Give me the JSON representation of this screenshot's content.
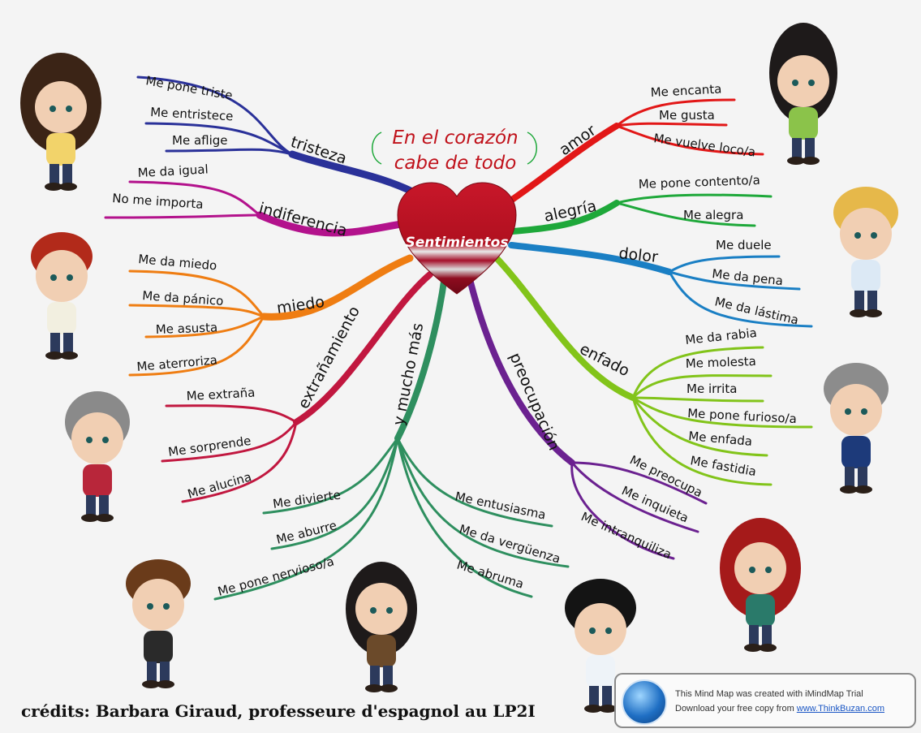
{
  "title": {
    "line1": "En el corazón",
    "line2": "cabe de todo"
  },
  "center": "Sentimientos",
  "credits": "crédits: Barbara Giraud, professeure d'espagnol au LP2I",
  "trial": {
    "line1": "This Mind Map was created with iMindMap Trial",
    "line2_prefix": "Download your free copy from ",
    "link": "www.ThinkBuzan.com"
  },
  "branches": {
    "tristeza": {
      "label": "tristeza",
      "color": "#2a3199",
      "items": [
        "Me pone triste",
        "Me entristece",
        "Me aflige"
      ]
    },
    "indiferencia": {
      "label": "indiferencia",
      "color": "#b3128c",
      "items": [
        "Me da igual",
        "No me importa"
      ]
    },
    "miedo": {
      "label": "miedo",
      "color": "#ef7d12",
      "items": [
        "Me da miedo",
        "Me da pánico",
        "Me asusta",
        "Me aterroriza"
      ]
    },
    "extranamiento": {
      "label": "extrañamiento",
      "color": "#c1173f",
      "items": [
        "Me extraña",
        "Me sorprende",
        "Me alucina"
      ]
    },
    "mas": {
      "label": "y mucho más",
      "color": "#2e8f5f",
      "items": [
        "Me divierte",
        "Me aburre",
        "Me pone nervioso/a",
        "Me entusiasma",
        "Me da vergüenza",
        "Me abruma"
      ]
    },
    "preocupacion": {
      "label": "preocupación",
      "color": "#6b2190",
      "items": [
        "Me preocupa",
        "Me inquieta",
        "Me intranquiliza"
      ]
    },
    "enfado": {
      "label": "enfado",
      "color": "#82c41a",
      "items": [
        "Me da rabia",
        "Me molesta",
        "Me irrita",
        "Me pone furioso/a",
        "Me enfada",
        "Me fastidia"
      ]
    },
    "dolor": {
      "label": "dolor",
      "color": "#1a7fc4",
      "items": [
        "Me duele",
        "Me da pena",
        "Me da lástima"
      ]
    },
    "alegria": {
      "label": "alegría",
      "color": "#1ea83a",
      "items": [
        "Me pone contento/a",
        "Me alegra"
      ]
    },
    "amor": {
      "label": "amor",
      "color": "#e21717",
      "items": [
        "Me encanta",
        "Me gusta",
        "Me vuelve loco/a"
      ]
    }
  }
}
